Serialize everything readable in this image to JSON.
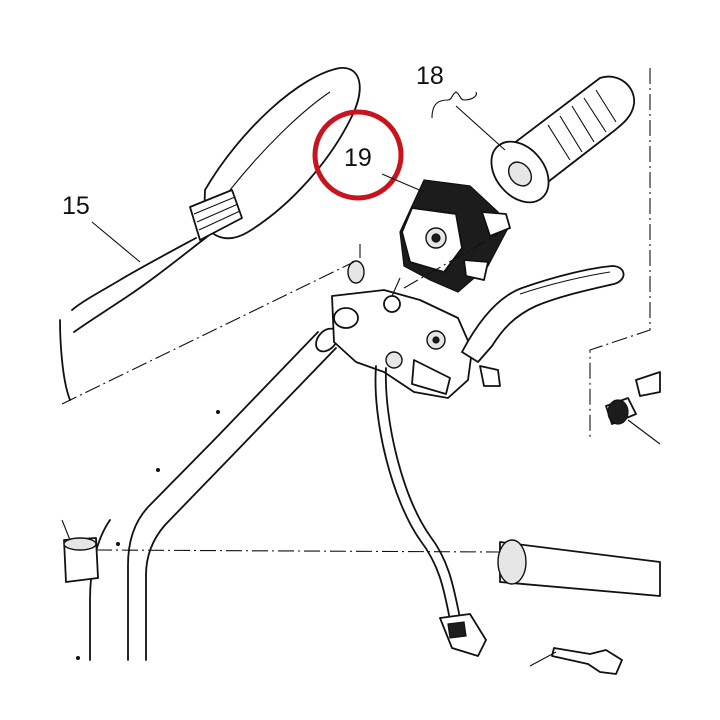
{
  "diagram": {
    "callouts": [
      {
        "id": "15",
        "label": "15"
      },
      {
        "id": "18",
        "label": "18"
      },
      {
        "id": "19",
        "label": "19"
      }
    ],
    "highlight": {
      "target": "19",
      "color": "#c8141e"
    },
    "line_color": "#111111",
    "background": "#ffffff"
  }
}
